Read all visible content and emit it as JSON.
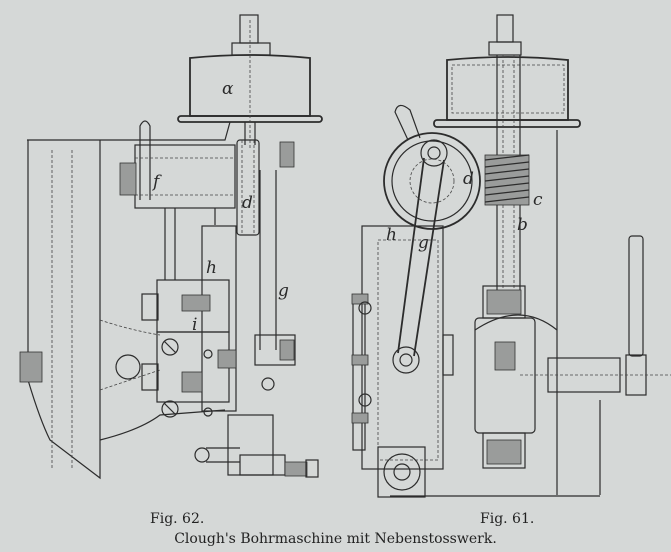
{
  "figures": {
    "fig62": {
      "label": "Fig. 62.",
      "part_labels": {
        "a": "α",
        "f": "f",
        "d": "d",
        "h": "h",
        "g": "g",
        "i": "i"
      }
    },
    "fig61": {
      "label": "Fig. 61.",
      "part_labels": {
        "d": "d",
        "c": "c",
        "b": "b",
        "h": "h",
        "g": "g"
      }
    }
  },
  "caption": "Clough's Bohrmaschine mit Nebenstosswerk.",
  "colors": {
    "paper": "#d5d8d7",
    "ink": "#2c2c2c"
  }
}
